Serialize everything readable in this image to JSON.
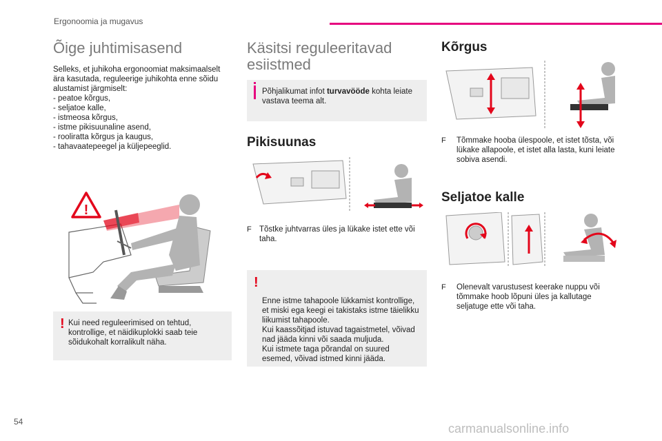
{
  "header": {
    "section": "Ergonoomia ja mugavus",
    "accent_color": "#e6007e"
  },
  "left": {
    "title": "Õige juhtimisasend",
    "intro": "Selleks, et juhikoha ergonoomiat maksimaalselt ära kasutada, reguleerige juhikohta enne sõidu alustamist järgmiselt:",
    "list": [
      "- peatoe kõrgus,",
      "- seljatoe kalle,",
      "- istmeosa kõrgus,",
      "- istme pikisuunaline asend,",
      "- rooliratta kõrgus ja kaugus,",
      "- tahavaatepeegel ja küljepeeglid."
    ],
    "warning": "Kui need reguleerimised on tehtud, kontrollige, et näidikuplokki saab teie sõidukohalt korralikult näha.",
    "warning_icon": "warning-mark",
    "triangle_mark": "!"
  },
  "middle": {
    "title": "Käsitsi reguleeritavad esiistmed",
    "info_before": "Põhjalikumat infot ",
    "info_bold": "turvavööde",
    "info_after": " kohta leiate vastava teema alt.",
    "section_title": "Pikisuunas",
    "step_icon": "F",
    "step": "Tõstke juhtvarras üles ja lükake istet ette või taha.",
    "warning": "Enne istme tahapoole lükkamist kontrollige, et miski ega keegi ei takistaks istme täielikku liikumist tahapoole.\nKui kaassõitjad istuvad tagaistmetel, võivad nad jääda kinni või saada muljuda.\nKui istmete taga põrandal on suured esemed, võivad istmed kinni jääda."
  },
  "right": {
    "section1_title": "Kõrgus",
    "step1_icon": "F",
    "step1": "Tõmmake hooba ülespoole, et istet tõsta, või lükake allapoole, et istet alla lasta, kuni leiate sobiva asendi.",
    "section2_title": "Seljatoe kalle",
    "step2_icon": "F",
    "step2": "Olenevalt varustusest keerake nuppu või tõmmake hoob lõpuni üles ja kallutage seljatuge ette või taha."
  },
  "footer": {
    "page": "54",
    "watermark": "carmanualsonline.info"
  },
  "colors": {
    "arrow_red": "#e3061b",
    "figure_gray": "#b3b3b3",
    "note_bg": "#eeeeee"
  }
}
